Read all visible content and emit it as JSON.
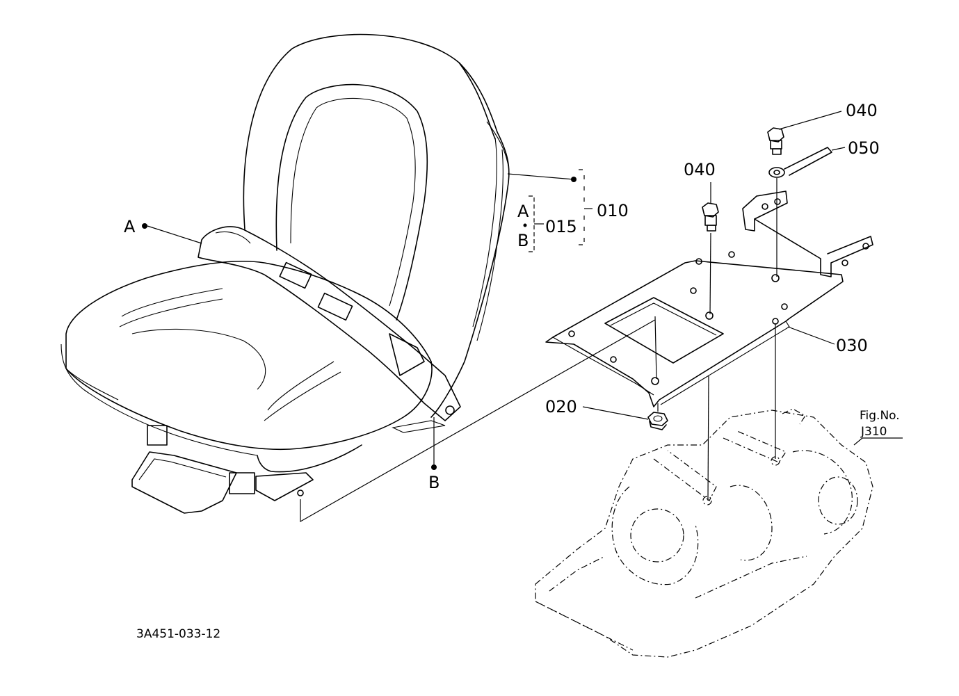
{
  "labels": {
    "p010": "010",
    "p015": "015",
    "p020": "020",
    "p030": "030",
    "p040_left": "040",
    "p040_right": "040",
    "p050": "050",
    "ref_a_left": "A",
    "ref_b_bottom": "B",
    "ref_a_bracket": "A",
    "ref_b_bracket": "B",
    "fig_no": "Fig.No.",
    "fig_ref": "J310",
    "drawing_code": "3A451-033-12"
  }
}
